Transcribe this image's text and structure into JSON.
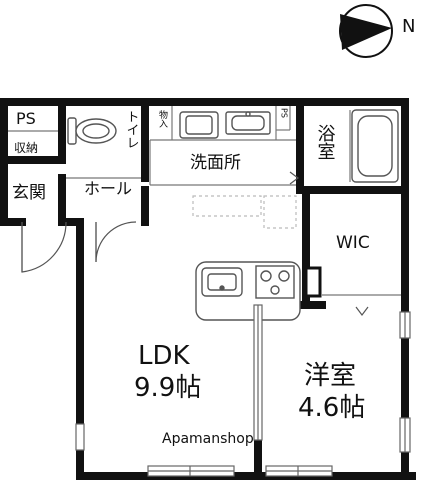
{
  "compass": {
    "north": "N"
  },
  "rooms": {
    "ps_top": "PS",
    "storage": "収納",
    "toilet": "トイレ",
    "closet_small": "物入",
    "ps_small": "PS",
    "washroom": "洗面所",
    "bath": "浴室",
    "entrance": "玄関",
    "hall": "ホール",
    "wic": "WIC",
    "ldk_name": "LDK",
    "ldk_size": "9.9帖",
    "western_name": "洋室",
    "western_size": "4.6帖"
  },
  "watermark": "Apamanshop",
  "colors": {
    "wall": "#111111",
    "line": "#555555",
    "thin": "#888888",
    "dashed": "#bbbbbb"
  }
}
